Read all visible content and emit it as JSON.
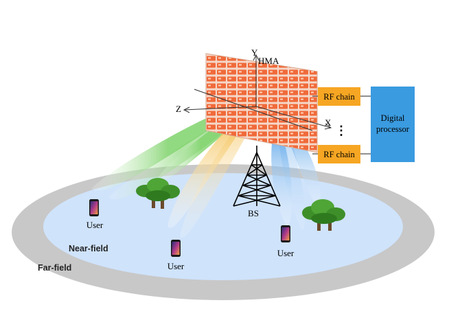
{
  "labels": {
    "hma": "HMA",
    "axis_y": "Y",
    "axis_x": "X",
    "axis_z": "Z",
    "bs": "BS",
    "near_field": "Near-field",
    "far_field": "Far-field",
    "users": [
      "User",
      "User",
      "User"
    ],
    "rf_chain_top": "RF chain",
    "rf_chain_bottom": "RF chain",
    "ellipsis": "⋮",
    "processor_line1": "Digital",
    "processor_line2": "processor"
  },
  "colors": {
    "far_field": "#c8c8c8",
    "near_field": "#cfe3fb",
    "hma_element": "#f06a3a",
    "hma_frame": "#f5d7c8",
    "rf_chain": "#f6a623",
    "processor": "#3a9be0",
    "beam_green": "#7fd36b",
    "beam_yellow": "#f4c35a",
    "beam_blue": "#4f9ee8",
    "tree": "#3e8f2a"
  }
}
